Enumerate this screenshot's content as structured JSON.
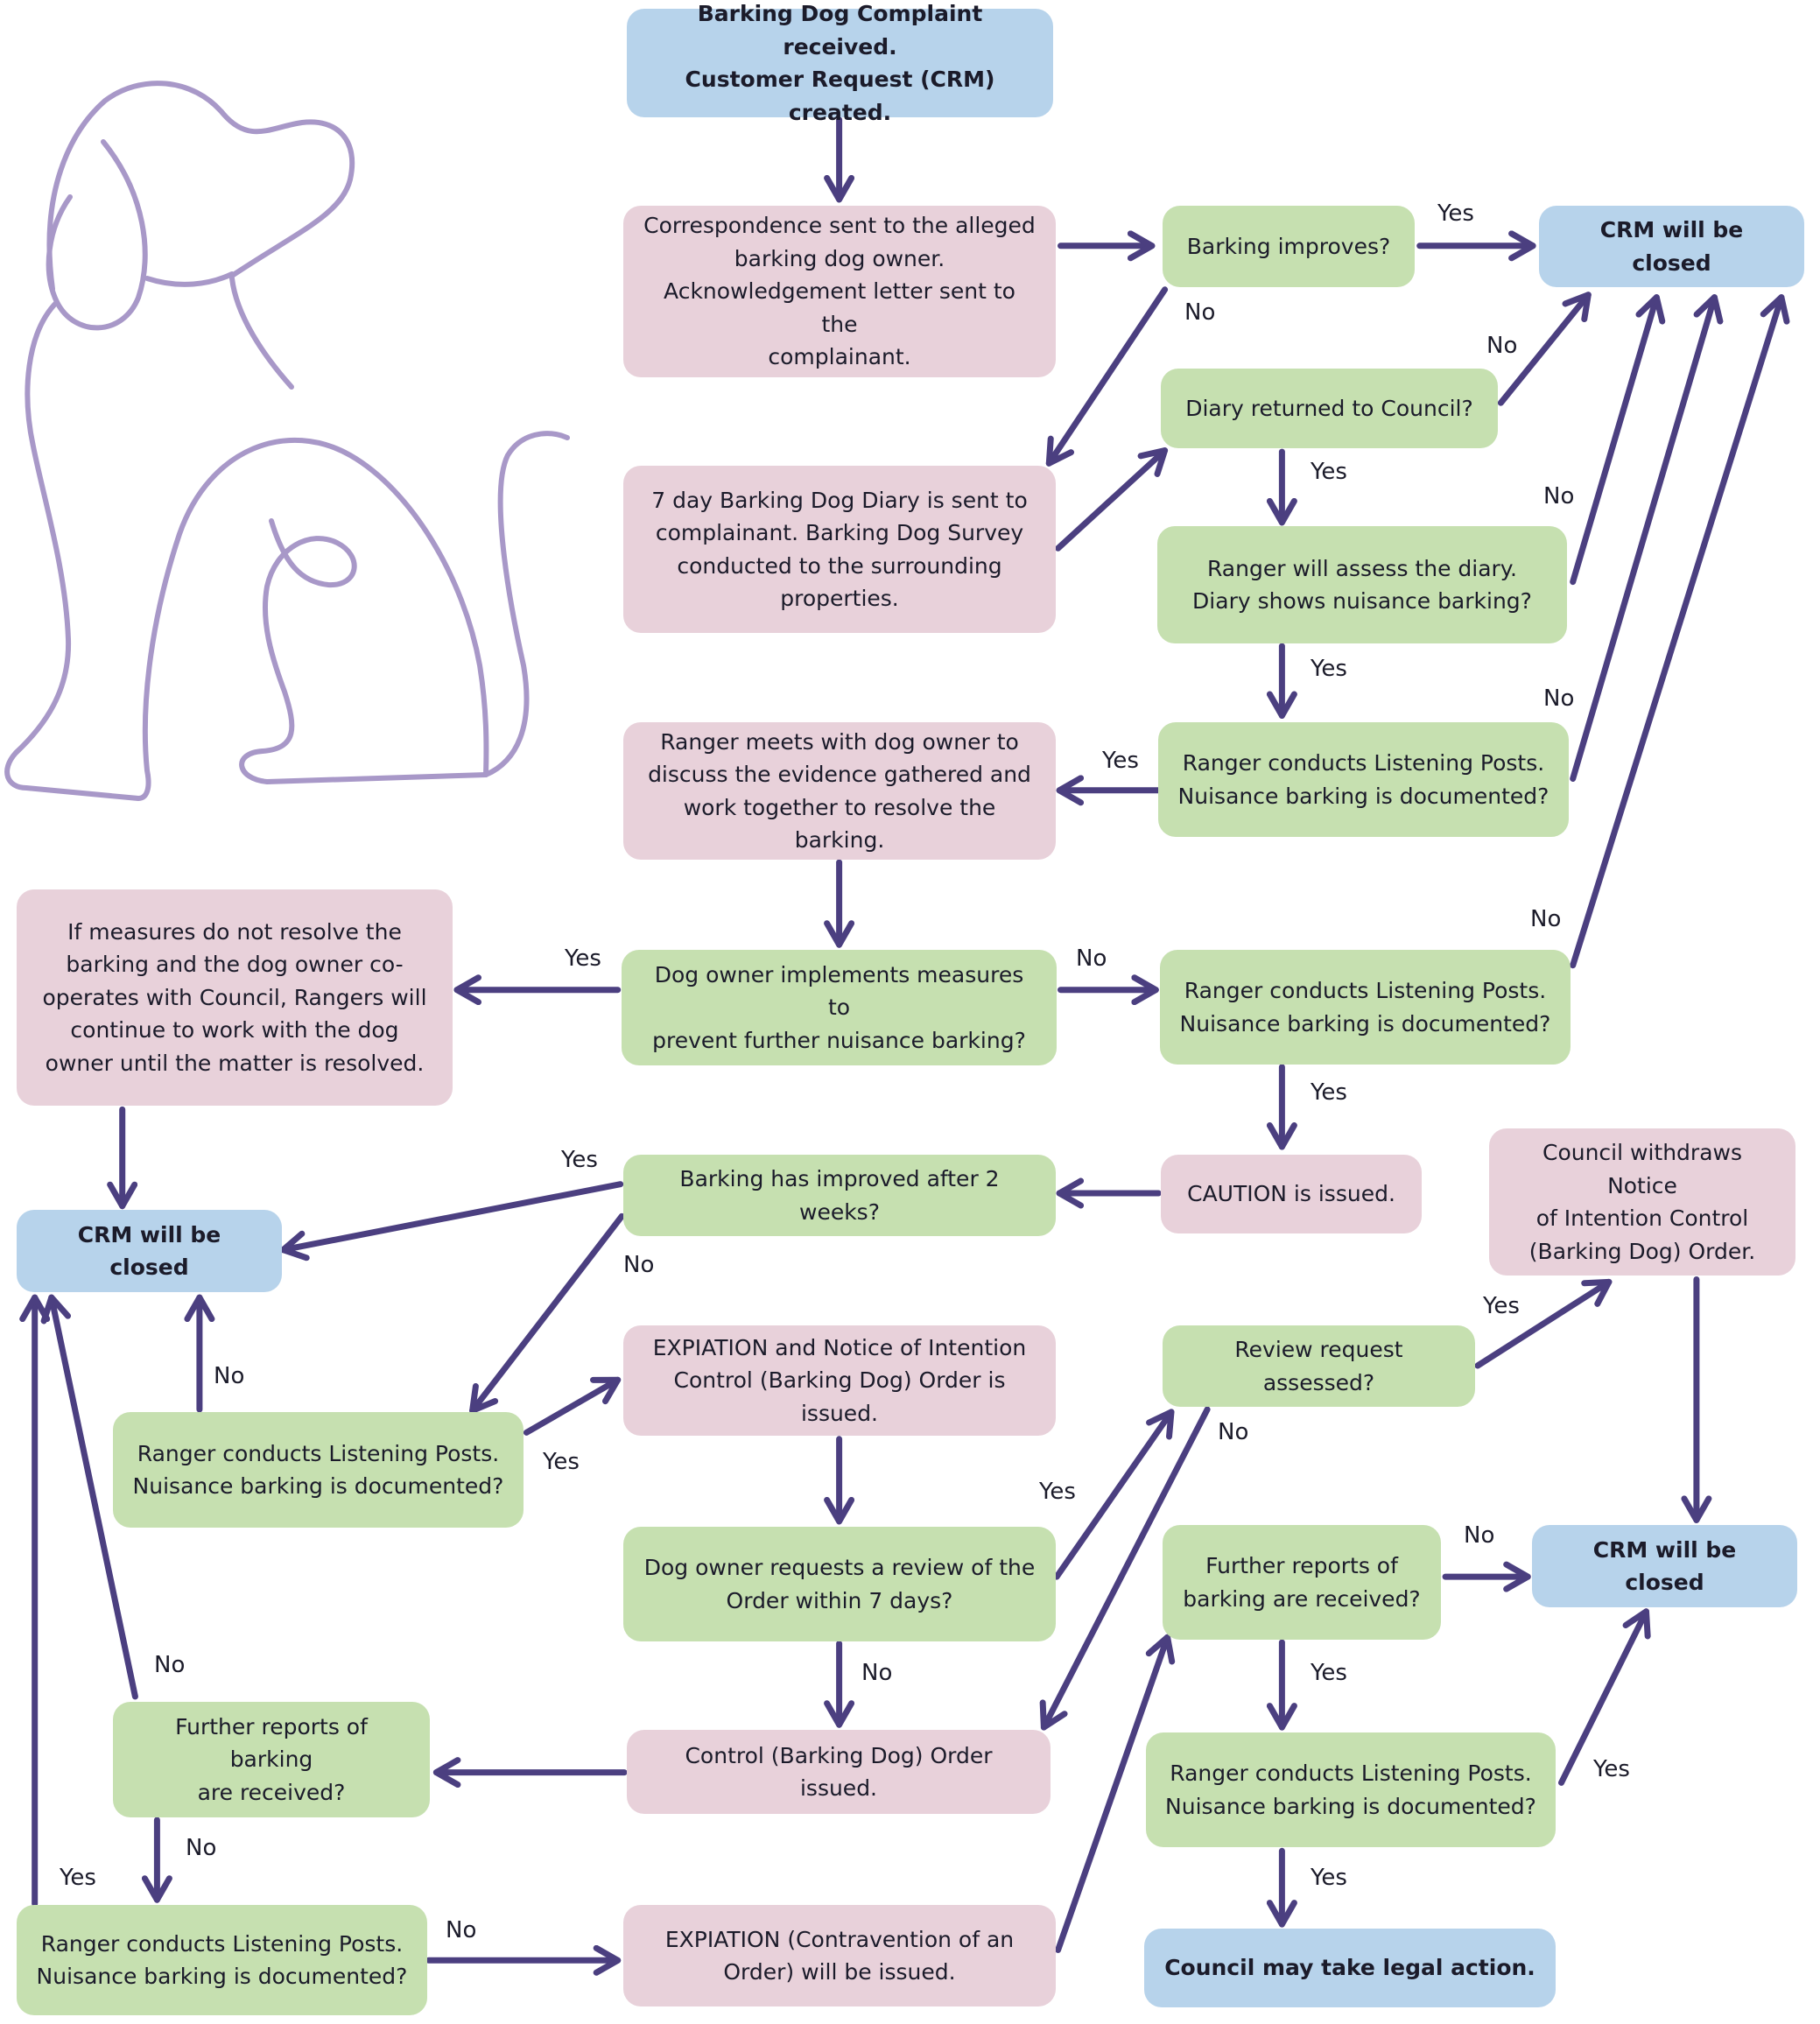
{
  "colors": {
    "arrow": "#4b3f80",
    "dog_outline": "#a898c8",
    "box_blue": "#b7d3eb",
    "box_pink": "#e8d1da",
    "box_green": "#c6e0b0"
  },
  "illustration": {
    "icon": "sitting-dog-outline-icon"
  },
  "nodes": [
    {
      "id": "start",
      "text": "Barking Dog Complaint received.\nCustomer Request (CRM) created."
    },
    {
      "id": "correspondence",
      "text": "Correspondence sent to the alleged\nbarking dog owner.\nAcknowledgement letter sent to the\ncomplainant."
    },
    {
      "id": "barking_improves",
      "text": "Barking improves?"
    },
    {
      "id": "crm_closed_1",
      "text": "CRM will be closed"
    },
    {
      "id": "diary_sent",
      "text": "7 day Barking Dog Diary is sent to\ncomplainant. Barking Dog Survey\nconducted to the surrounding\nproperties."
    },
    {
      "id": "diary_returned",
      "text": "Diary returned to Council?"
    },
    {
      "id": "assess_diary",
      "text": "Ranger will assess the diary.\nDiary shows nuisance barking?"
    },
    {
      "id": "listening_1",
      "text": "Ranger conducts Listening Posts.\nNuisance barking is documented?"
    },
    {
      "id": "ranger_meets",
      "text": "Ranger meets with dog owner to\ndiscuss the evidence gathered and\nwork together to resolve the barking."
    },
    {
      "id": "if_measures",
      "text": "If measures do not resolve the\nbarking and the dog owner co-\noperates with Council, Rangers will\ncontinue to work with the dog\nowner until the matter is resolved."
    },
    {
      "id": "owner_implements",
      "text": "Dog owner implements measures to\nprevent further nuisance barking?"
    },
    {
      "id": "listening_2",
      "text": "Ranger conducts Listening Posts.\nNuisance barking is documented?"
    },
    {
      "id": "crm_closed_2",
      "text": "CRM will be closed"
    },
    {
      "id": "improved_2weeks",
      "text": "Barking has improved after 2 weeks?"
    },
    {
      "id": "caution",
      "text": "CAUTION is issued."
    },
    {
      "id": "council_withdraws",
      "text": "Council withdraws Notice\nof Intention Control\n(Barking Dog) Order."
    },
    {
      "id": "review_assessed",
      "text": "Review request assessed?"
    },
    {
      "id": "expiation_notice",
      "text": "EXPIATION and Notice of Intention\nControl (Barking Dog) Order is issued."
    },
    {
      "id": "listening_3",
      "text": "Ranger conducts Listening Posts.\nNuisance barking is documented?"
    },
    {
      "id": "review_request",
      "text": "Dog owner requests a review of the\nOrder within 7 days?"
    },
    {
      "id": "further_reports_r",
      "text": "Further reports of\nbarking are received?"
    },
    {
      "id": "crm_closed_3",
      "text": "CRM will be closed"
    },
    {
      "id": "further_reports_l",
      "text": "Further reports of barking\nare received?"
    },
    {
      "id": "control_order",
      "text": "Control (Barking Dog) Order issued."
    },
    {
      "id": "listening_4",
      "text": "Ranger conducts Listening Posts.\nNuisance barking is documented?"
    },
    {
      "id": "listening_5",
      "text": "Ranger conducts Listening Posts.\nNuisance barking is documented?"
    },
    {
      "id": "expiation_contra",
      "text": "EXPIATION (Contravention of an\nOrder) will be issued."
    },
    {
      "id": "legal_action",
      "text": "Council may take legal action."
    }
  ],
  "edge_labels": [
    {
      "id": "e1",
      "text": "Yes"
    },
    {
      "id": "e2",
      "text": "No"
    },
    {
      "id": "e3",
      "text": "No"
    },
    {
      "id": "e4",
      "text": "Yes"
    },
    {
      "id": "e5",
      "text": "No"
    },
    {
      "id": "e6",
      "text": "Yes"
    },
    {
      "id": "e7",
      "text": "No"
    },
    {
      "id": "e8",
      "text": "Yes"
    },
    {
      "id": "e9",
      "text": "No"
    },
    {
      "id": "e10",
      "text": "Yes"
    },
    {
      "id": "e11",
      "text": "No"
    },
    {
      "id": "e12",
      "text": "Yes"
    },
    {
      "id": "e13",
      "text": "Yes"
    },
    {
      "id": "e14",
      "text": "No"
    },
    {
      "id": "e15",
      "text": "Yes"
    },
    {
      "id": "e16",
      "text": "No"
    },
    {
      "id": "e17",
      "text": "Yes"
    },
    {
      "id": "e18",
      "text": "No"
    },
    {
      "id": "e19",
      "text": "Yes"
    },
    {
      "id": "e20",
      "text": "No"
    },
    {
      "id": "e21",
      "text": "No"
    },
    {
      "id": "e22",
      "text": "Yes"
    },
    {
      "id": "e23",
      "text": "No"
    },
    {
      "id": "e24",
      "text": "Yes"
    },
    {
      "id": "e25",
      "text": "No"
    },
    {
      "id": "e26",
      "text": "Yes"
    },
    {
      "id": "e27",
      "text": "No"
    },
    {
      "id": "e28",
      "text": "Yes"
    }
  ]
}
